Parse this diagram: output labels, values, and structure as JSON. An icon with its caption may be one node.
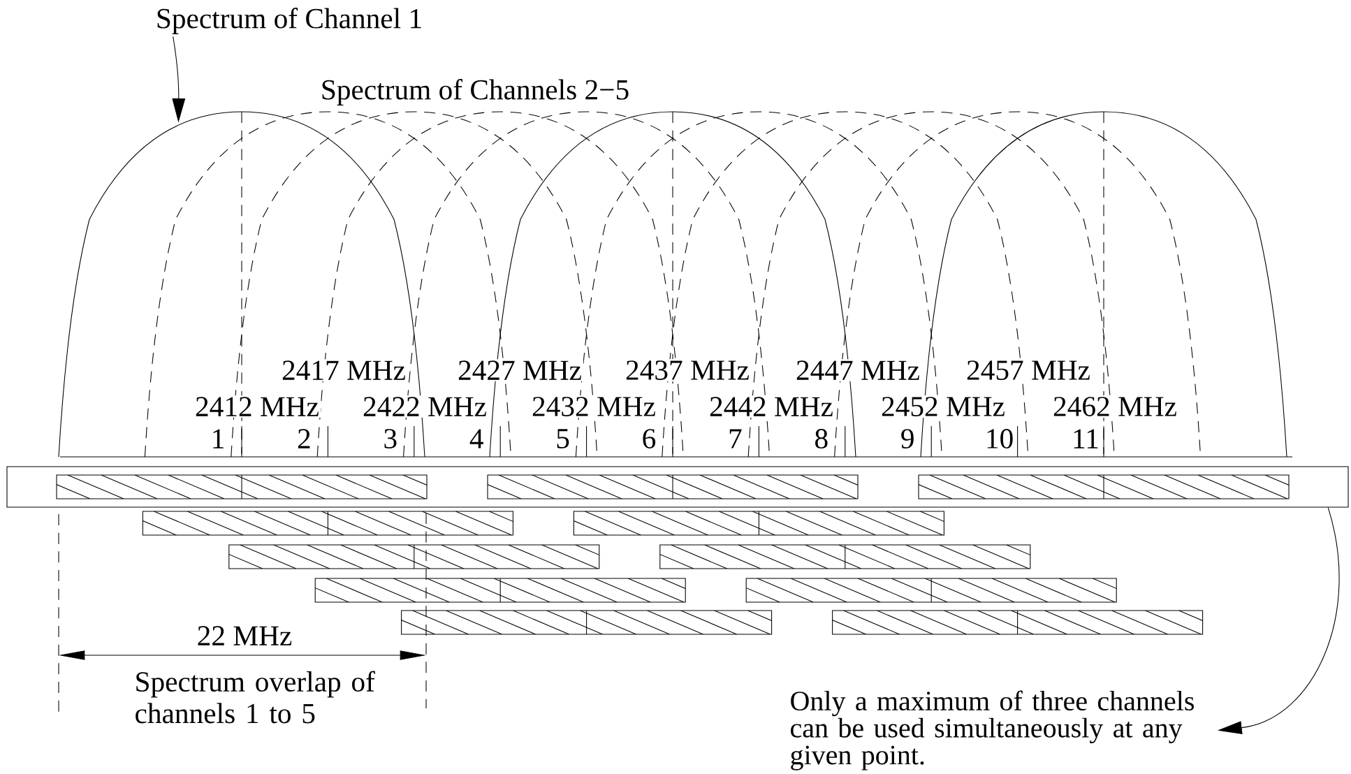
{
  "diagram": {
    "nodes": [
      {
        "text": [
          "Spectrum of Channel 1"
        ]
      },
      {
        "text": [],
        "shape": "curve"
      },
      {
        "text": [],
        "shape": "box"
      },
      {
        "text": [
          "Only a maximum of three channels can be used simultaneously at any given point."
        ]
      }
    ],
    "edges": [
      {
        "from": 0,
        "to": 1,
        "arrow": "to"
      },
      {
        "from": 2,
        "to": 3,
        "arrow": "to"
      }
    ],
    "labels": [
      "Spectrum of Channels 2−5",
      "2417 MHz",
      "2427 MHz",
      "2437 MHz",
      "2447 MHz",
      "2457 MHz",
      "2412 MHz",
      "2422 MHz",
      "2432 MHz",
      "2442 MHz",
      "2452 MHz",
      "2462 MHz",
      "1",
      "2",
      "3",
      "4",
      "5",
      "6",
      "7",
      "8",
      "9",
      "10",
      "11",
      "22 MHz",
      "Spectrum overlap of channels 1 to 5"
    ]
  }
}
